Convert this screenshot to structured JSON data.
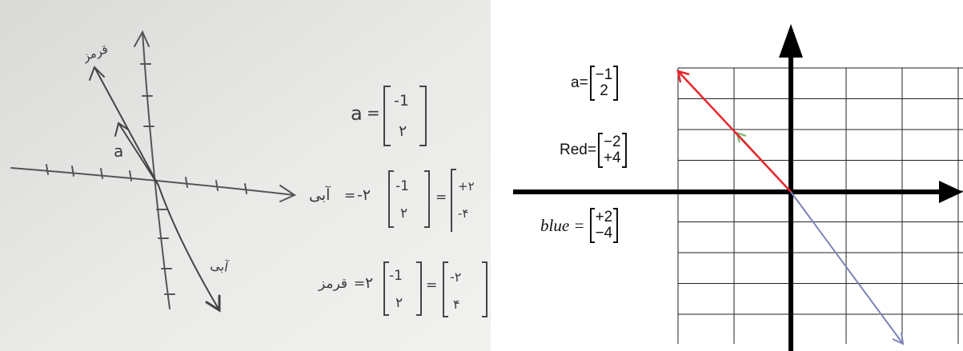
{
  "left_sketch": {
    "vector_a_label": "a",
    "red_axis_label": "قرمز",
    "blue_axis_label": "آبی",
    "eq_a": {
      "lhs": "a",
      "top": "-1",
      "bottom": "۲"
    },
    "eq_blue": {
      "lhs": "آبی",
      "scalar": "-۲",
      "in_top": "-1",
      "in_bottom": "۲",
      "out_top": "+۲",
      "out_bottom": "-۴"
    },
    "eq_red": {
      "lhs": "قرمز",
      "scalar": "۲",
      "in_top": "-1",
      "in_bottom": "۲",
      "out_top": "-۲",
      "out_bottom": "۴"
    }
  },
  "right_diagram": {
    "eq_a": {
      "label": "a=",
      "top": "−1",
      "bottom": "2"
    },
    "eq_red": {
      "label": "Red=",
      "top": "−2",
      "bottom": "+4"
    },
    "eq_blue": {
      "label": "blue =",
      "top": "+2",
      "bottom": "−4"
    },
    "colors": {
      "red": "#e8242c",
      "blue": "#7b82b8",
      "green": "#7ab06a",
      "axis": "#000000",
      "grid": "#222222"
    }
  }
}
